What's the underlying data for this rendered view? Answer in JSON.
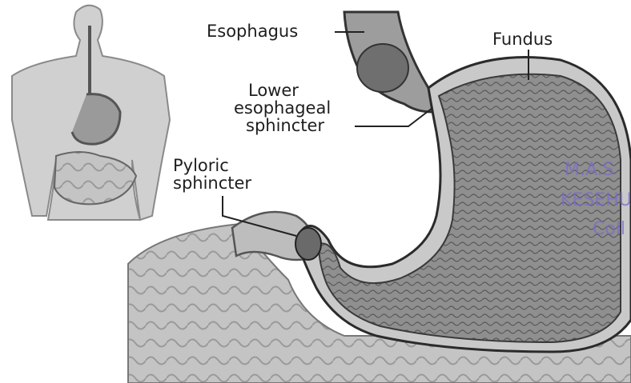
{
  "labels": {
    "esophagus": "Esophagus",
    "fundus": "Fundus",
    "lower_esophageal_sphincter": [
      "Lower",
      "esophageal",
      "sphincter"
    ],
    "pyloric_sphincter": [
      "Pyloric",
      "sphincter"
    ]
  },
  "watermark": [
    "M.A.S",
    "KESEHU",
    "Coll"
  ],
  "colors": {
    "outline": "#2b2b2b",
    "stomach_inner": "#8d8d8d",
    "stomach_wall": "#c9c9c9",
    "intestine": "#bdbdbd",
    "body_figure": "#d0d0d0",
    "watermark": "#7a6bc9"
  }
}
